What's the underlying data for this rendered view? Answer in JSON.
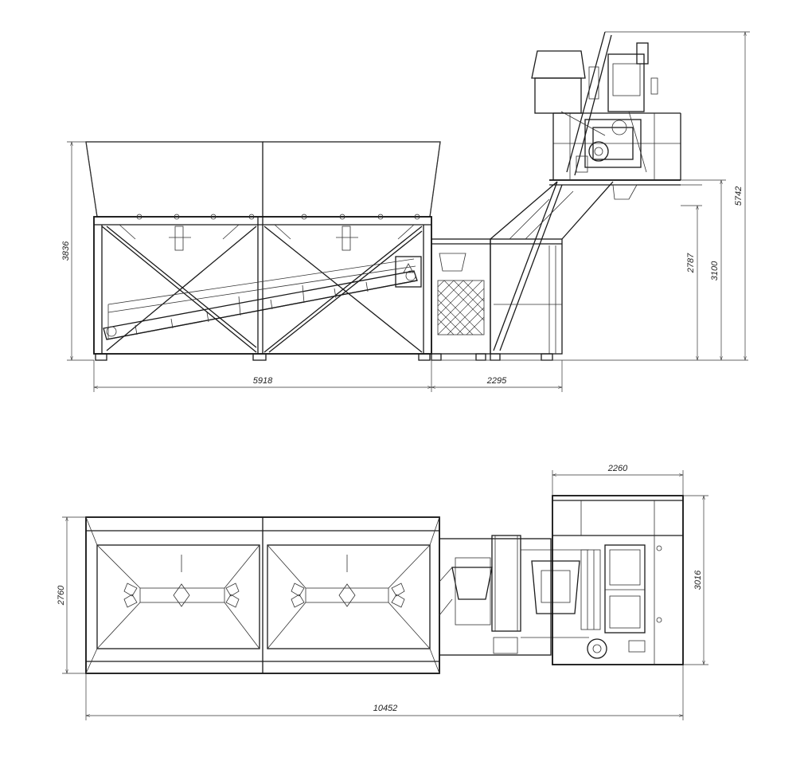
{
  "drawing": {
    "side_view": {
      "dimensions": {
        "hopper_height": "3836",
        "hopper_length": "5918",
        "skip_section_length": "2295",
        "platform_height": "2787",
        "mixer_support_height": "3100",
        "overall_height": "5742"
      }
    },
    "plan_view": {
      "dimensions": {
        "hopper_width": "2760",
        "overall_length": "10452",
        "mixer_platform_length": "2260",
        "mixer_platform_width": "3016"
      }
    }
  },
  "colors": {
    "line": "#1a1a1a",
    "background": "#ffffff"
  }
}
